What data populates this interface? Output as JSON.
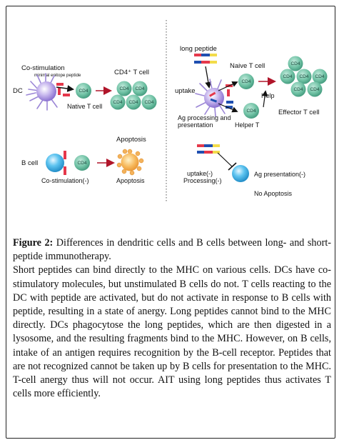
{
  "figure": {
    "left_panel": {
      "co_stimulation": "Co-stimulation",
      "minimal_epitope": "minimal epitope peptide",
      "dc": "DC",
      "cd4_t_cell": "CD4⁺ T cell",
      "cd4": "CD4",
      "native_t_cell": "Native T cell",
      "apoptosis_top": "Apoptosis",
      "b_cell": "B cell",
      "co_stimulation_neg": "Co-stimulation(-)",
      "apoptosis_bottom": "Apoptosis"
    },
    "right_panel": {
      "long_peptide": "long peptide",
      "naive_t_cell": "Naive T cell",
      "uptake": "uptake",
      "help": "Help",
      "ag_processing_1": "Ag processing and",
      "ag_processing_2": "presentation",
      "helper_t": "Helper T",
      "effector_t_cell": "Effector T cell",
      "uptake_neg": "uptake(-)",
      "processing_neg": "Processing(-)",
      "ag_presentation_neg": "Ag presentation(-)",
      "no_apoptosis": "No Apoptosis"
    },
    "colors": {
      "t_cell": "#6fc1a4",
      "dc": "#a98ee0",
      "b_cell": "#29a9e1",
      "apoptotic": "#f5a34a",
      "arrow": "#b0152a",
      "peptide_red": "#e5384b",
      "peptide_blue": "#1f4fb0",
      "peptide_yellow": "#f3dc4a"
    }
  },
  "caption": {
    "label": "Figure 2:",
    "title": " Differences in dendritic cells and B cells between long- and short-peptide immunotherapy.",
    "body": "Short peptides can bind directly to the MHC on various cells. DCs have co-stimulatory molecules, but unstimulated B cells do not. T cells reacting to the DC with peptide are activated, but do not activate in response to B cells with peptide, resulting in a state of anergy. Long peptides cannot bind to the MHC directly. DCs phagocytose the long peptides, which are then digested in a lysosome, and the resulting fragments bind to the MHC. However, on B cells, intake of an antigen requires recognition by the B-cell receptor. Peptides that are not recognized cannot be taken up by B cells for presentation to the MHC. T-cell anergy thus will not occur. AIT using long peptides thus activates T cells more efficiently."
  }
}
